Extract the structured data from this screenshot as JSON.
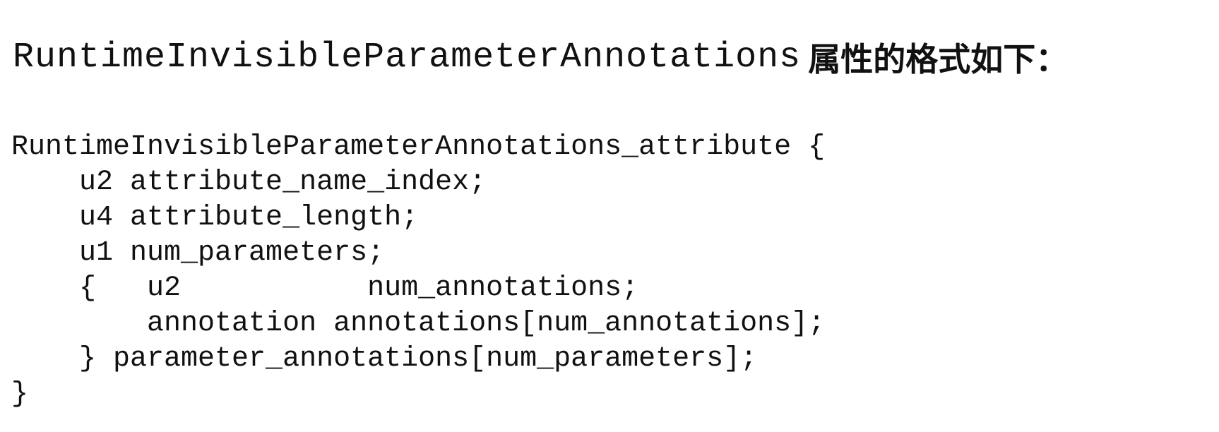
{
  "heading": {
    "identifier": "RuntimeInvisibleParameterAnnotations",
    "description": "属性的格式如下："
  },
  "code_lines": [
    "RuntimeInvisibleParameterAnnotations_attribute {",
    "    u2 attribute_name_index;",
    "    u4 attribute_length;",
    "    u1 num_parameters;",
    "    {   u2           num_annotations;",
    "        annotation annotations[num_annotations];",
    "    } parameter_annotations[num_parameters];",
    "}"
  ]
}
